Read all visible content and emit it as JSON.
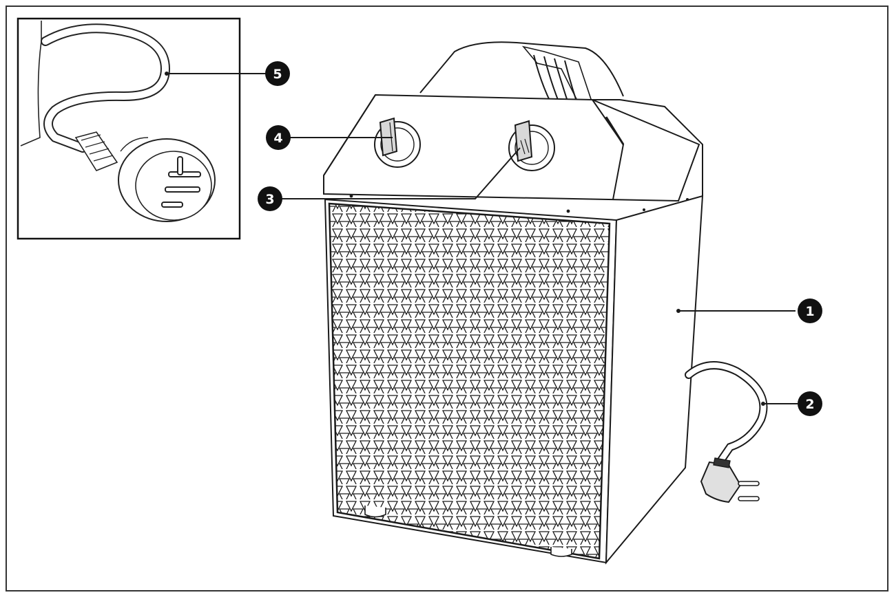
{
  "callouts": [
    {
      "id": "1",
      "label": "1"
    },
    {
      "id": "2",
      "label": "2"
    },
    {
      "id": "3",
      "label": "3"
    },
    {
      "id": "4",
      "label": "4"
    },
    {
      "id": "5",
      "label": "5"
    }
  ],
  "colors": {
    "line": "#1a1a1a",
    "callout_fill": "#111111",
    "background": "#ffffff",
    "knob_fill": "#d8d8d8"
  }
}
